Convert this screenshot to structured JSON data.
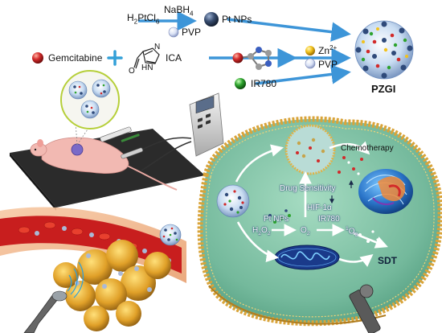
{
  "synthesis": {
    "h2ptcl6": {
      "main": "H",
      "sub1": "2",
      "mid": "PtCl",
      "sub2": "6"
    },
    "nabh4": {
      "main": "NaBH",
      "sub": "4"
    },
    "pvp_top": "PVP",
    "pt_nps": "Pt NPs",
    "gemcitabine": "Gemcitabine",
    "plus": "+",
    "ica": "ICA",
    "ica_o": "O",
    "ica_nh": "HN",
    "ica_n": "N",
    "zn": {
      "main": "Zn",
      "sup": "2+"
    },
    "pvp_right": "PVP",
    "ir780": "IR780",
    "product": "PZGI"
  },
  "cell": {
    "chemotherapy": "Chemotherapy",
    "drug_sensitivity": "Drug Sensitivity",
    "hif": "HIF-1α",
    "pt_nps": "Pt NPs",
    "ir780": "IR780",
    "h2o2": {
      "main": "H",
      "sub1": "2",
      "mid": "O",
      "sub2": "2"
    },
    "o2": {
      "main": "O",
      "sub": "2"
    },
    "singlet_o2": {
      "pre": "1",
      "main": "O",
      "sub": "2"
    },
    "sdt": "SDT"
  },
  "colors": {
    "arrow": "#3d95d8",
    "cell_fill": "#7cc0a4",
    "membrane": "#d9a43a",
    "pt_particle": "#2c3e5c",
    "gemcitabine": "#cc2a2a",
    "zn": "#f2c21c",
    "ir780": "#2ea32e",
    "pvp": "#d4ddf2"
  }
}
